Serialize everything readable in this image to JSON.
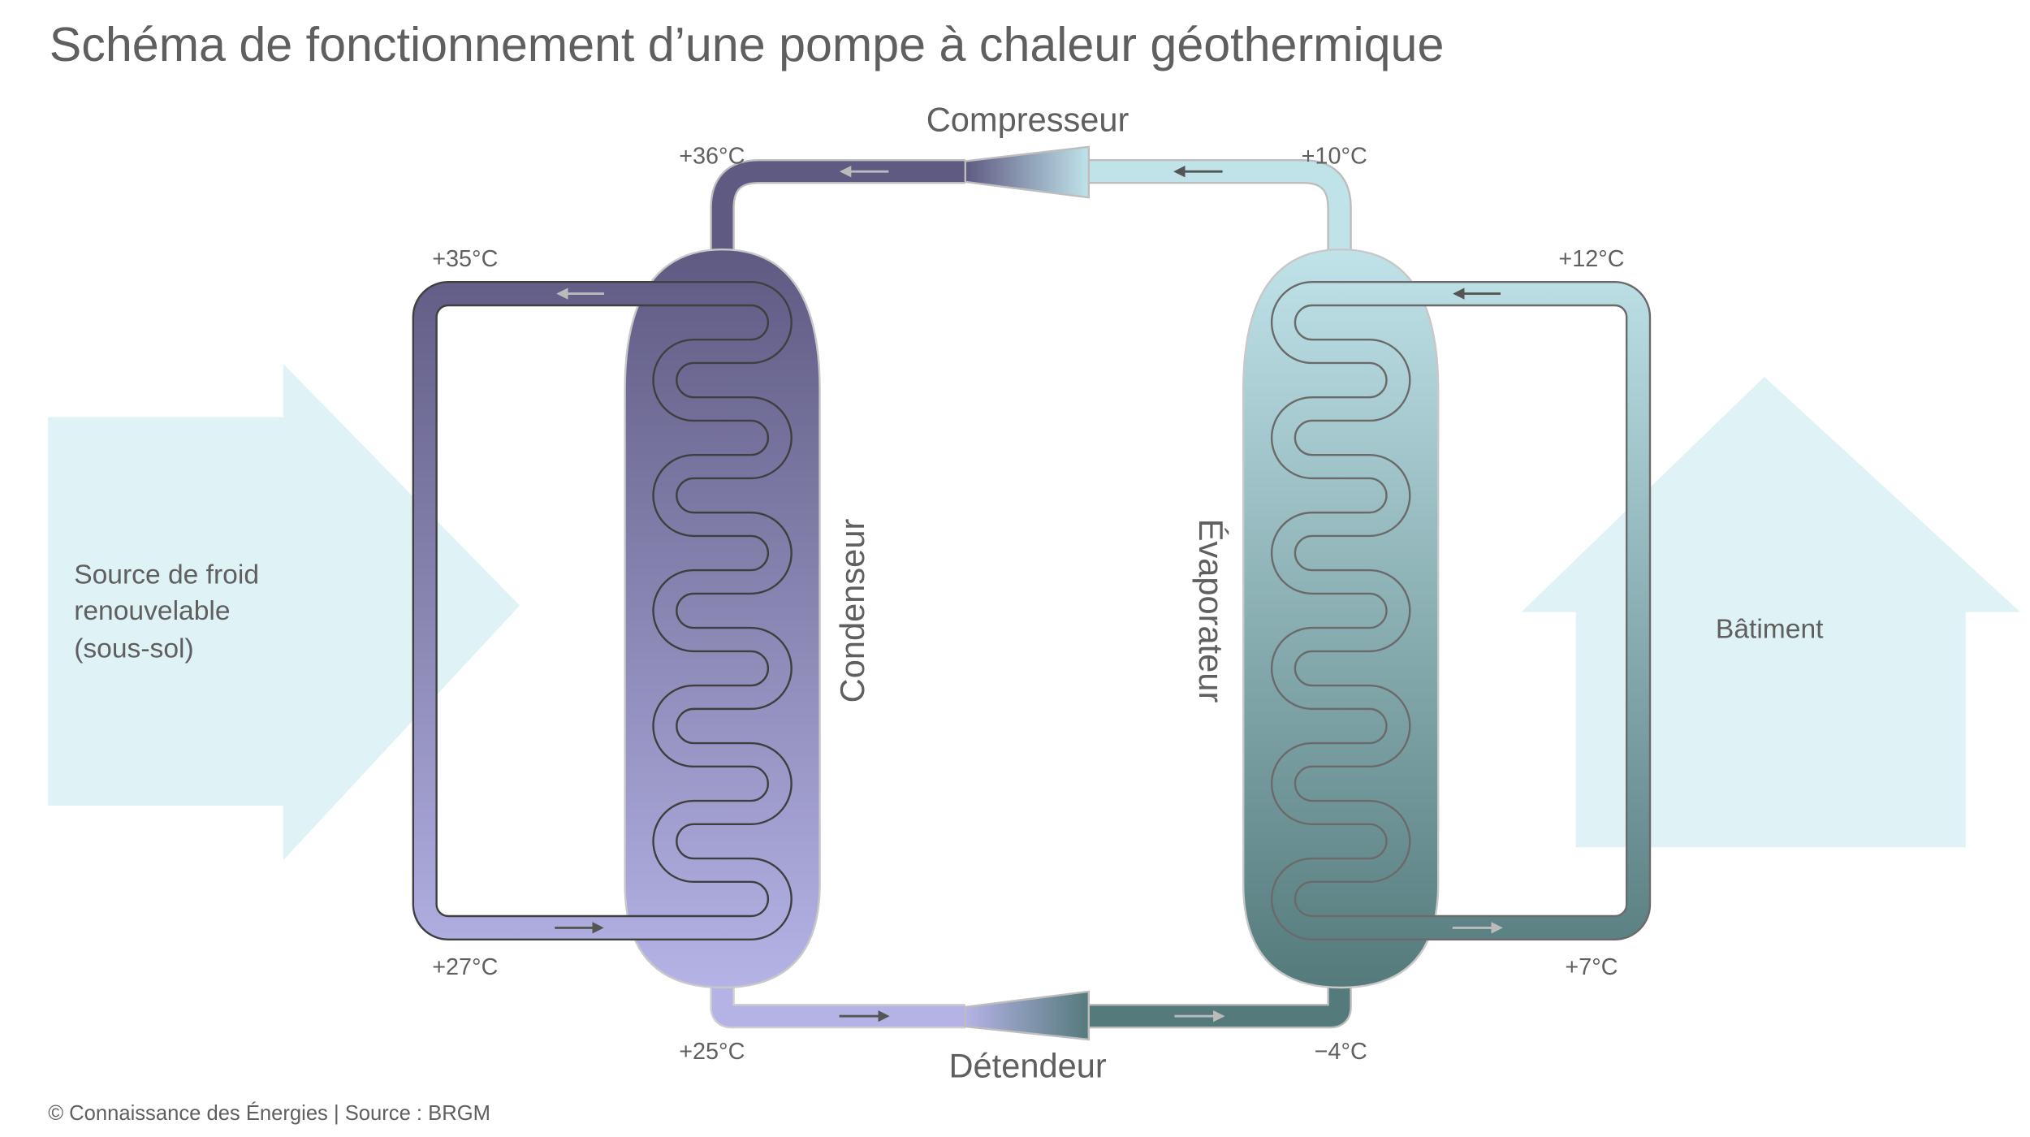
{
  "title": "Schéma de fonctionnement d’une pompe à chaleur géothermique",
  "components": {
    "compressor": "Compresseur",
    "expansion_valve": "Détendeur",
    "condenser": "Condenseur",
    "evaporator": "Évaporateur"
  },
  "source_label": {
    "line1": "Source de froid",
    "line2": "renouvelable",
    "line3": "(sous-sol)"
  },
  "building_label": "Bâtiment",
  "temperatures": {
    "compressor_out": "+36°C",
    "compressor_in": "+10°C",
    "condenser_loop_out": "+35°C",
    "condenser_loop_in": "+27°C",
    "condenser_out": "+25°C",
    "expansion_out": "−4°C",
    "evaporator_loop_in": "+12°C",
    "evaporator_loop_out": "+7°C"
  },
  "footer": "© Connaissance des Énergies | Source : BRGM",
  "colors": {
    "hot_dark": "#5e5a82",
    "hot_light": "#b5b3e6",
    "cold_light": "#bfe3e9",
    "cold_dark": "#557a7c",
    "background_shape": "#dff2f5"
  }
}
